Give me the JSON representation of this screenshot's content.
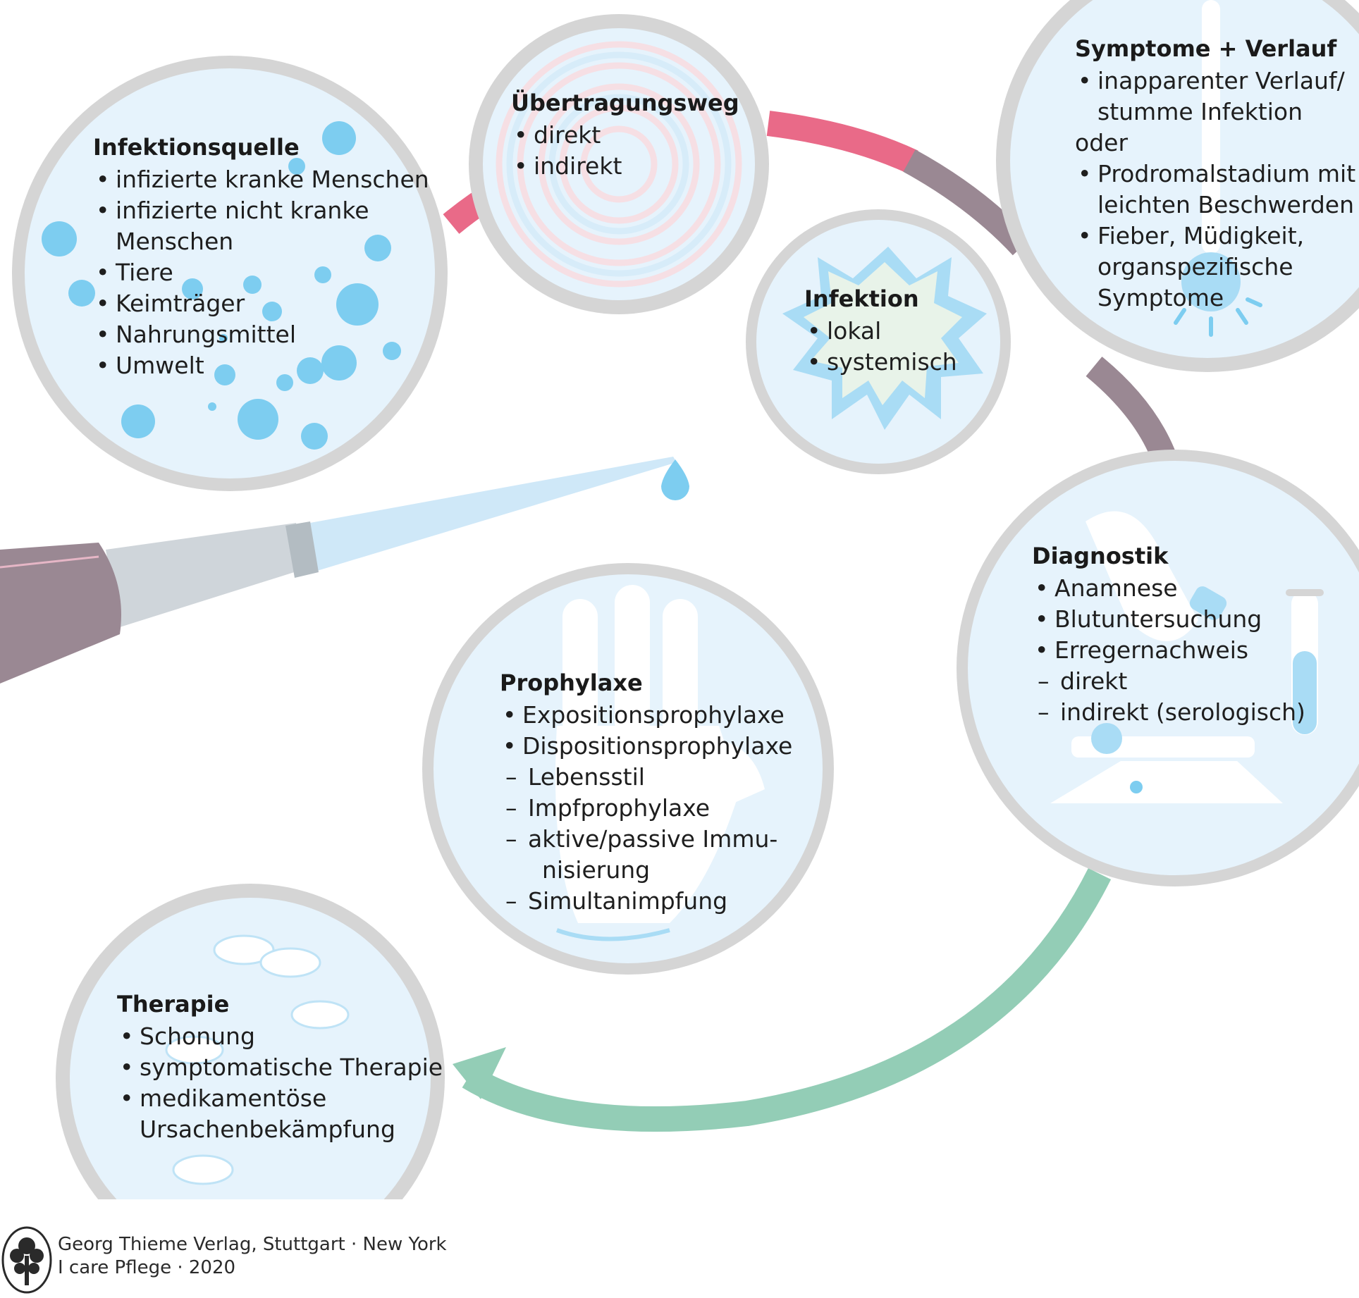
{
  "colors": {
    "circle_fill": "#e6f3fc",
    "circle_ring": "#d5d5d5",
    "arc_pink": "#e96a88",
    "arc_mauve": "#9a8893",
    "arc_green": "#93cdb6",
    "accent_blue": "#7dcdf0",
    "pipette_body": "#9a8893"
  },
  "nodes": {
    "infektionsquelle": {
      "title": "Infektionsquelle",
      "items": [
        "infizierte kranke Menschen",
        "infizierte nicht kranke",
        "Menschen",
        "Tiere",
        "Keimträger",
        "Nahrungsmittel",
        "Umwelt"
      ]
    },
    "uebertragungsweg": {
      "title": "Übertragungsweg",
      "items": [
        "direkt",
        "indirekt"
      ]
    },
    "infektion": {
      "title": "Infektion",
      "items": [
        "lokal",
        "systemisch"
      ]
    },
    "symptome": {
      "title": "Symptome + Verlauf",
      "items": [
        "inapparenter Verlauf/",
        "stumme Infektion",
        "oder",
        "Prodromalstadium mit",
        "leichten Beschwerden",
        "Fieber, Müdigkeit,",
        "organspezifische",
        "Symptome"
      ]
    },
    "diagnostik": {
      "title": "Diagnostik",
      "items": [
        "Anamnese",
        "Blutuntersuchung",
        "Erregernachweis"
      ],
      "subitems": [
        "direkt",
        "indirekt (serologisch)"
      ]
    },
    "prophylaxe": {
      "title": "Prophylaxe",
      "items": [
        "Expositionsprophylaxe",
        "Dispositionsprophylaxe"
      ],
      "subitems": [
        "Lebensstil",
        "Impfprophylaxe",
        "aktive/passive Immu-",
        "nisierung",
        "Simultanimpfung"
      ]
    },
    "therapie": {
      "title": "Therapie",
      "items": [
        "Schonung",
        "symptomatische Therapie",
        "medikamentöse",
        "Ursachenbekämpfung"
      ]
    }
  },
  "icons": [
    "bacteria-dots",
    "spiral-icon",
    "virus-burst-icon",
    "thermometer-icon",
    "microscope-icon",
    "test-tube-icon",
    "hand-icon",
    "pill-icon",
    "pipette-icon",
    "droplet-icon",
    "tree-logo"
  ],
  "footer": {
    "publisher": "Georg Thieme Verlag, Stuttgart · New York",
    "book": "I care Pflege · 2020"
  }
}
